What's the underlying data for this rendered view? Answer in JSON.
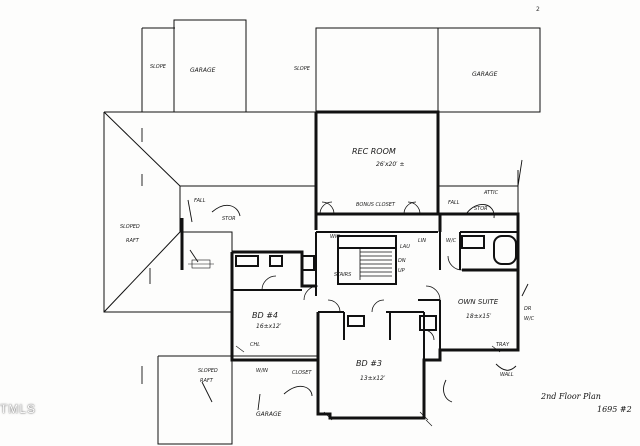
{
  "sheet": {
    "corner_mark": "2",
    "watermark": "TMLS",
    "signature": "2nd Floor Plan",
    "sheet_ref": "1695 #2"
  },
  "rooms": [
    {
      "id": "rec-room",
      "name": "REC ROOM",
      "dims": "26′x20′ ±"
    },
    {
      "id": "bonus-closet",
      "name": "BONUS CLOSET",
      "dims": ""
    },
    {
      "id": "bed-4",
      "name": "BD #4",
      "dims": "16±x12′"
    },
    {
      "id": "bed-3",
      "name": "BD #3",
      "dims": "13±x12′"
    },
    {
      "id": "owners-suite",
      "name": "OWN SUITE",
      "dims": "18±x15′"
    }
  ],
  "notes": {
    "garage_top_left": "GARAGE",
    "garage_top_right": "GARAGE",
    "garage_bottom": "GARAGE",
    "stairs_up": "STAIRS",
    "storage_left": "STOR",
    "storage_right": "STOR",
    "slope_left_1": "SLOPED",
    "slope_left_2": "RAFT",
    "slope_bottom_1": "SLOPED",
    "slope_bottom_2": "RAFT",
    "slope_top": "SLOPE",
    "slope_top_2": "SLOPE",
    "attic": "ATTIC",
    "walk_in_closet": "W/C",
    "laundry": "LAU",
    "lin_closet": "LIN",
    "walk": "WIC",
    "closet_1": "CLOSET",
    "closet_2": "W/IN",
    "fall_note_left": "FALL",
    "fall_note_right": "FALL",
    "chl_note": "CHL",
    "wall_2": "WALL",
    "tray_note": "TRAY",
    "dn": "DN",
    "up": "UP",
    "dbl_dr": "DR",
    "wic_right": "W/C"
  }
}
